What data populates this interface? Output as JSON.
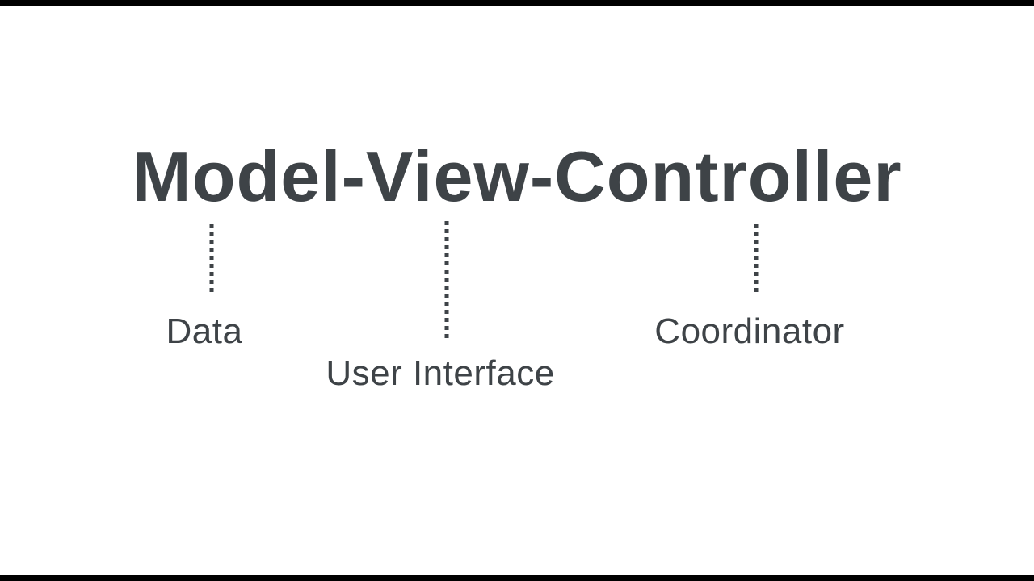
{
  "diagram": {
    "title": "Model-View-Controller",
    "nodes": [
      {
        "term": "Model",
        "label": "Data"
      },
      {
        "term": "View",
        "label": "User Interface"
      },
      {
        "term": "Controller",
        "label": "Coordinator"
      }
    ]
  },
  "colors": {
    "text": "#3e4347",
    "background": "#ffffff",
    "letterbox": "#000000"
  }
}
